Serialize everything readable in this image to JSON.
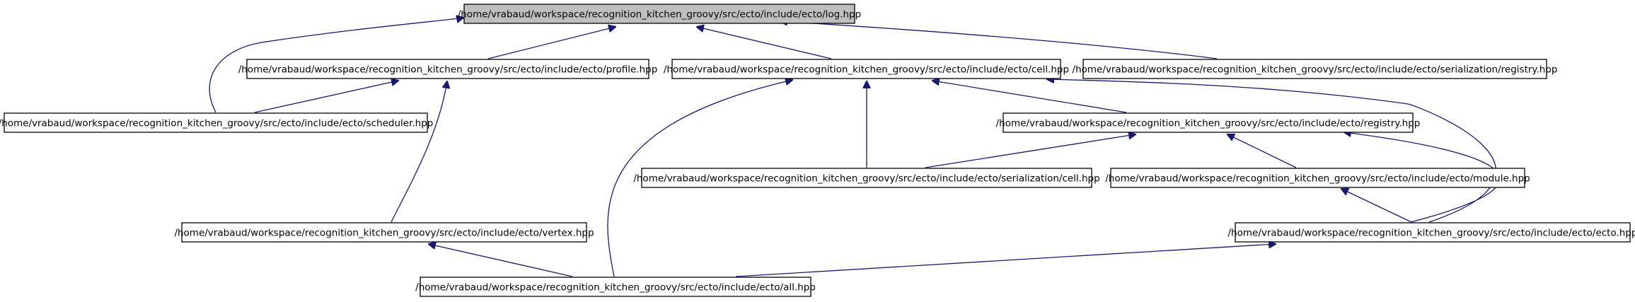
{
  "diagram": {
    "type": "include-dependency-graph",
    "colors": {
      "edge": "#191970",
      "root_fill": "#bfbfbf",
      "node_fill": "#ffffff",
      "border": "#000000"
    },
    "nodes": [
      {
        "id": "log",
        "label": "/home/vrabaud/workspace/recognition_kitchen_groovy/src/ecto/include/ecto/log.hpp",
        "root": true
      },
      {
        "id": "profile",
        "label": "/home/vrabaud/workspace/recognition_kitchen_groovy/src/ecto/include/ecto/profile.hpp"
      },
      {
        "id": "cell",
        "label": "/home/vrabaud/workspace/recognition_kitchen_groovy/src/ecto/include/ecto/cell.hpp"
      },
      {
        "id": "ser_registry",
        "label": "/home/vrabaud/workspace/recognition_kitchen_groovy/src/ecto/include/ecto/serialization/registry.hpp"
      },
      {
        "id": "scheduler",
        "label": "/home/vrabaud/workspace/recognition_kitchen_groovy/src/ecto/include/ecto/scheduler.hpp"
      },
      {
        "id": "registry",
        "label": "/home/vrabaud/workspace/recognition_kitchen_groovy/src/ecto/include/ecto/registry.hpp"
      },
      {
        "id": "ser_cell",
        "label": "/home/vrabaud/workspace/recognition_kitchen_groovy/src/ecto/include/ecto/serialization/cell.hpp"
      },
      {
        "id": "module",
        "label": "/home/vrabaud/workspace/recognition_kitchen_groovy/src/ecto/include/ecto/module.hpp"
      },
      {
        "id": "vertex",
        "label": "/home/vrabaud/workspace/recognition_kitchen_groovy/src/ecto/include/ecto/vertex.hpp"
      },
      {
        "id": "ecto",
        "label": "/home/vrabaud/workspace/recognition_kitchen_groovy/src/ecto/include/ecto/ecto.hpp"
      },
      {
        "id": "all",
        "label": "/home/vrabaud/workspace/recognition_kitchen_groovy/src/ecto/include/ecto/all.hpp"
      }
    ],
    "edges": [
      {
        "from": "profile",
        "to": "log"
      },
      {
        "from": "cell",
        "to": "log"
      },
      {
        "from": "ser_registry",
        "to": "log"
      },
      {
        "from": "scheduler",
        "to": "log"
      },
      {
        "from": "scheduler",
        "to": "profile"
      },
      {
        "from": "vertex",
        "to": "profile"
      },
      {
        "from": "registry",
        "to": "cell"
      },
      {
        "from": "ser_cell",
        "to": "cell"
      },
      {
        "from": "ecto",
        "to": "cell"
      },
      {
        "from": "all",
        "to": "cell"
      },
      {
        "from": "ser_cell",
        "to": "registry"
      },
      {
        "from": "module",
        "to": "registry"
      },
      {
        "from": "ecto",
        "to": "registry"
      },
      {
        "from": "ecto",
        "to": "module"
      },
      {
        "from": "all",
        "to": "vertex"
      },
      {
        "from": "all",
        "to": "ecto"
      }
    ]
  }
}
